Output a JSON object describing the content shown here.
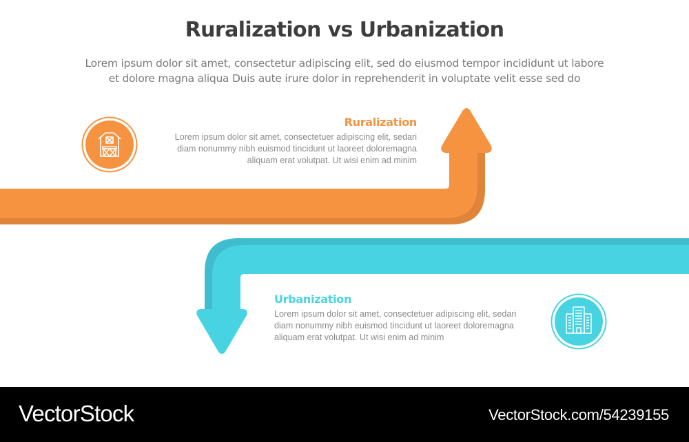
{
  "header": {
    "title": "Ruralization vs Urbanization",
    "subtitle_lines": [
      "Lorem ipsum dolor sit amet, consectetur adipiscing elit, sed do eiusmod tempor incididunt ut labore",
      "et dolore magna aliqua Duis aute irure dolor in reprehenderit in voluptate velit esse sed do"
    ]
  },
  "blocks": [
    {
      "heading": "Ruralization",
      "icon": "barn-icon",
      "direction": "up",
      "color": "#f59340",
      "shade_color": "#e0843a",
      "body_lines": [
        "Lorem ipsum dolor sit amet, consectetuer adipiscing elit, sedari",
        "diam nonummy nibh euismod tincidunt ut laoreet doloremagna",
        "aliquam erat volutpat. Ut wisi enim ad minim"
      ]
    },
    {
      "heading": "Urbanization",
      "icon": "buildings-icon",
      "direction": "down",
      "color": "#48d3e2",
      "shade_color": "#3fbccd",
      "body_lines": [
        "Lorem ipsum dolor sit amet, consectetuer adipiscing elit, sedari",
        "diam nonummy nibh euismod tincidunt ut laoreet doloremagna",
        "aliquam erat volutpat. Ut wisi enim ad minim"
      ]
    }
  ],
  "footer": {
    "brand": "VectorStock",
    "image_id": "VectorStock.com/54239155"
  }
}
